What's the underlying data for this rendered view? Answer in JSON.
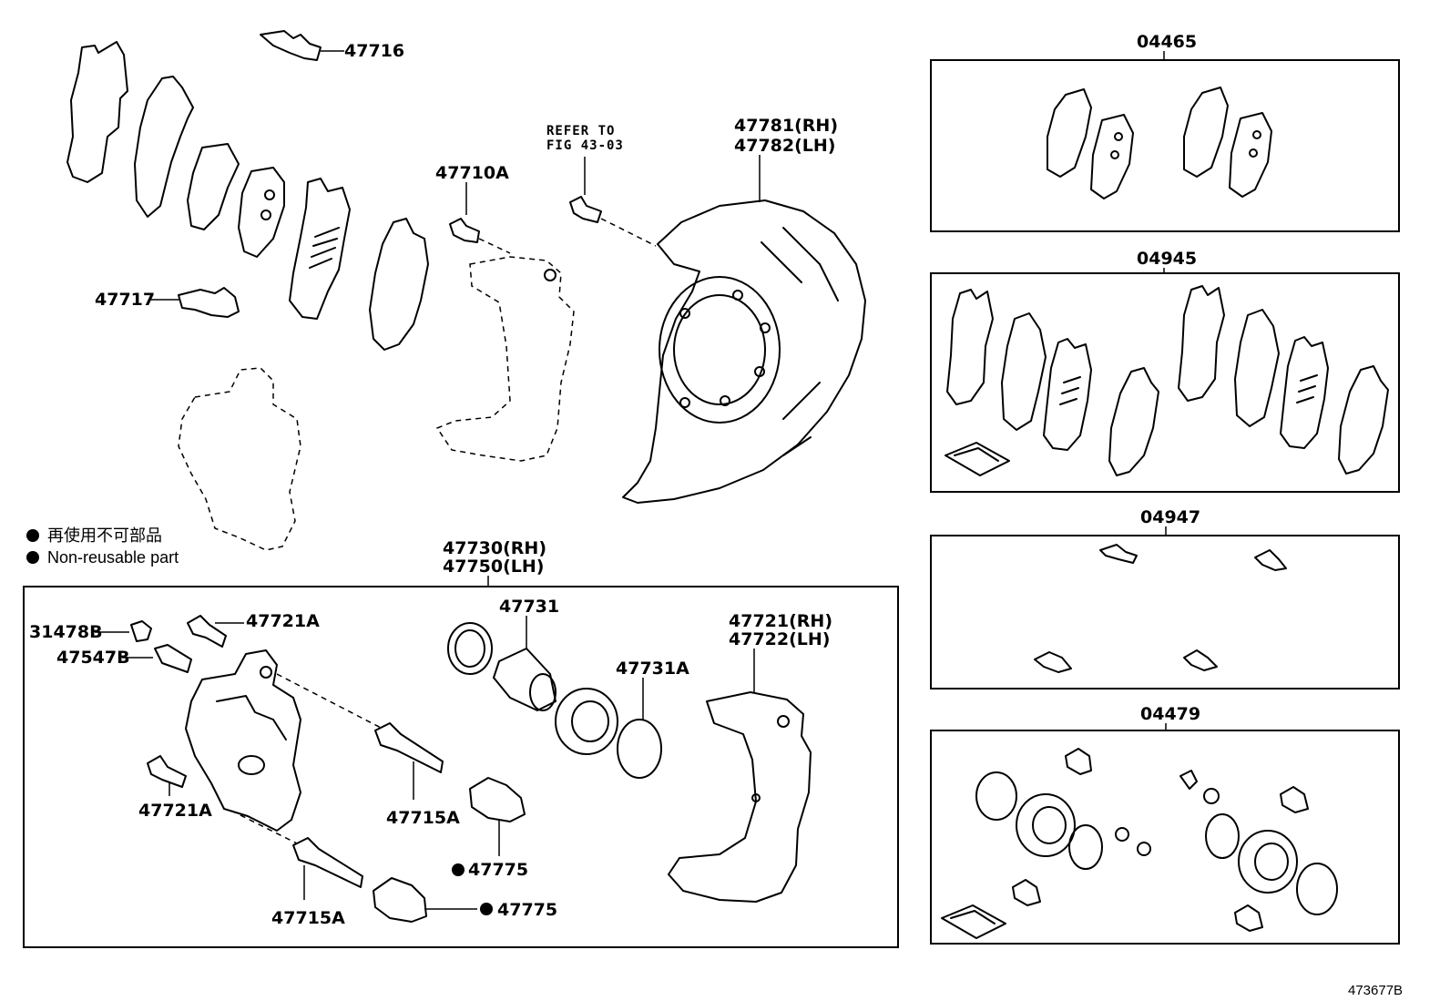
{
  "labels": {
    "p47716": "47716",
    "p47717": "47717",
    "p47710A": "47710A",
    "refer_to": "REFER TO",
    "refer_fig": "FIG 43-03",
    "p47781": "47781(RH)",
    "p47782": "47782(LH)",
    "p47730": "47730(RH)",
    "p47750": "47750(LH)",
    "p31478B": "31478B",
    "p47547B": "47547B",
    "p47721A_top": "47721A",
    "p47721A_bot": "47721A",
    "p47731": "47731",
    "p47731A": "47731A",
    "p47721": "47721(RH)",
    "p47722": "47722(LH)",
    "p47715A_mid": "47715A",
    "p47715A_bot": "47715A",
    "p47775_a": "47775",
    "p47775_b": "47775"
  },
  "legend": {
    "jp": "再使用不可部品",
    "en": "Non-reusable part"
  },
  "kits": {
    "k04465": "04465",
    "k04945": "04945",
    "k04947": "04947",
    "k04479": "04479"
  },
  "diagram_code": "473677B"
}
